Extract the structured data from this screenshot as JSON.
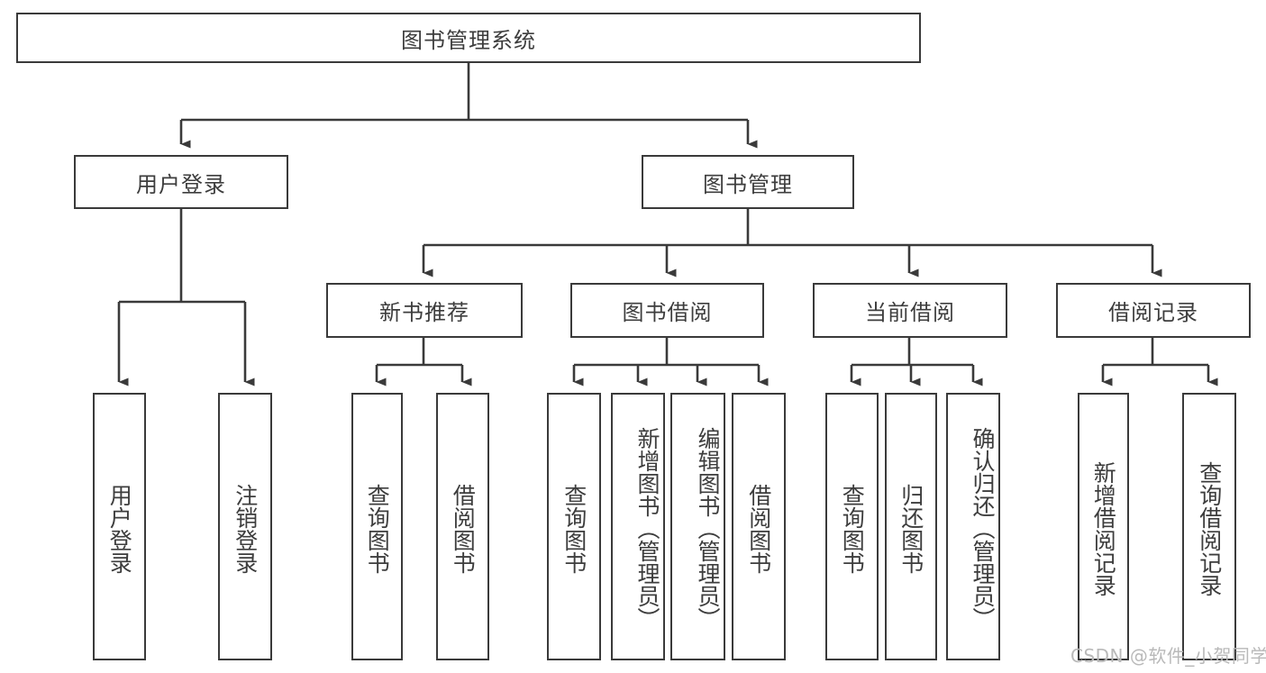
{
  "diagram": {
    "type": "hierarchy-tree",
    "title": "图书管理系统",
    "watermark": "CSDN @软件_小贺同学",
    "colors": {
      "stroke": "#3a3a3a",
      "text": "#3d3d3d",
      "background": "#ffffff",
      "watermark": "#b9b9b9"
    },
    "nodes": {
      "root": {
        "label": "图书管理系统"
      },
      "level1": [
        {
          "id": "user-login",
          "label": "用户登录"
        },
        {
          "id": "book-manage",
          "label": "图书管理"
        }
      ],
      "level2": [
        {
          "id": "new-book-recommend",
          "label": "新书推荐"
        },
        {
          "id": "book-borrow",
          "label": "图书借阅"
        },
        {
          "id": "current-borrow",
          "label": "当前借阅"
        },
        {
          "id": "borrow-record",
          "label": "借阅记录"
        }
      ],
      "leaves": {
        "user-login": [
          {
            "id": "leaf-user-login",
            "label": "用户登录"
          },
          {
            "id": "leaf-logout",
            "label": "注销登录"
          }
        ],
        "new-book-recommend": [
          {
            "id": "leaf-query-book-1",
            "label": "查询图书"
          },
          {
            "id": "leaf-borrow-book-1",
            "label": "借阅图书"
          }
        ],
        "book-borrow": [
          {
            "id": "leaf-query-book-2",
            "label": "查询图书"
          },
          {
            "id": "leaf-add-book",
            "label": "新增图书（管理员）"
          },
          {
            "id": "leaf-edit-book",
            "label": "编辑图书（管理员）"
          },
          {
            "id": "leaf-borrow-book-2",
            "label": "借阅图书"
          }
        ],
        "current-borrow": [
          {
            "id": "leaf-query-book-3",
            "label": "查询图书"
          },
          {
            "id": "leaf-return-book",
            "label": "归还图书"
          },
          {
            "id": "leaf-confirm-return",
            "label": "确认归还（管理员）"
          }
        ],
        "borrow-record": [
          {
            "id": "leaf-add-record",
            "label": "新增借阅记录"
          },
          {
            "id": "leaf-query-record",
            "label": "查询借阅记录"
          }
        ]
      }
    }
  }
}
